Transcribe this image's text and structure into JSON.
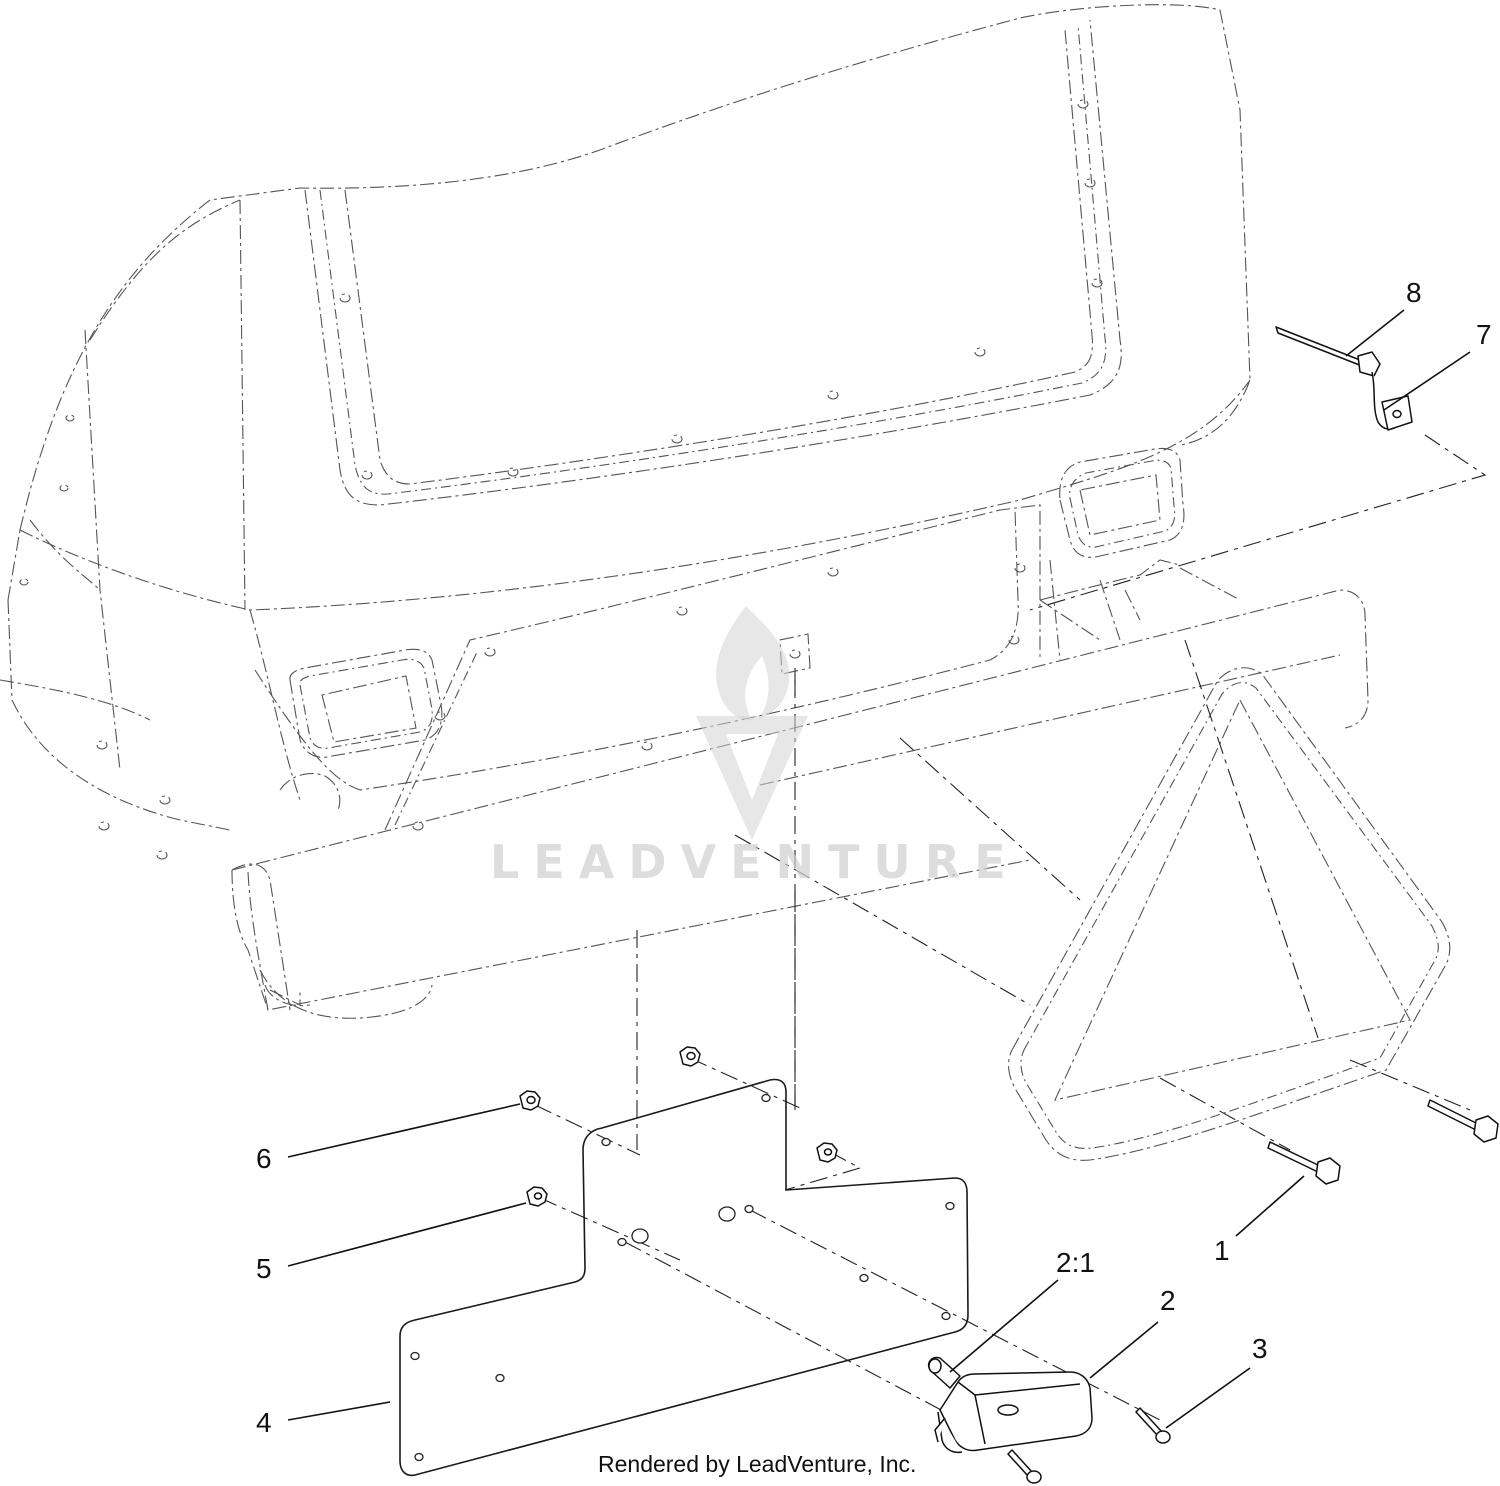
{
  "callouts": {
    "c1": "1",
    "c2": "2",
    "c2_1": "2:1",
    "c3": "3",
    "c4": "4",
    "c5": "5",
    "c6": "6",
    "c7": "7",
    "c8": "8"
  },
  "watermark": {
    "text": "LEADVENTURE"
  },
  "footer": {
    "credit": "Rendered by LeadVenture, Inc."
  }
}
